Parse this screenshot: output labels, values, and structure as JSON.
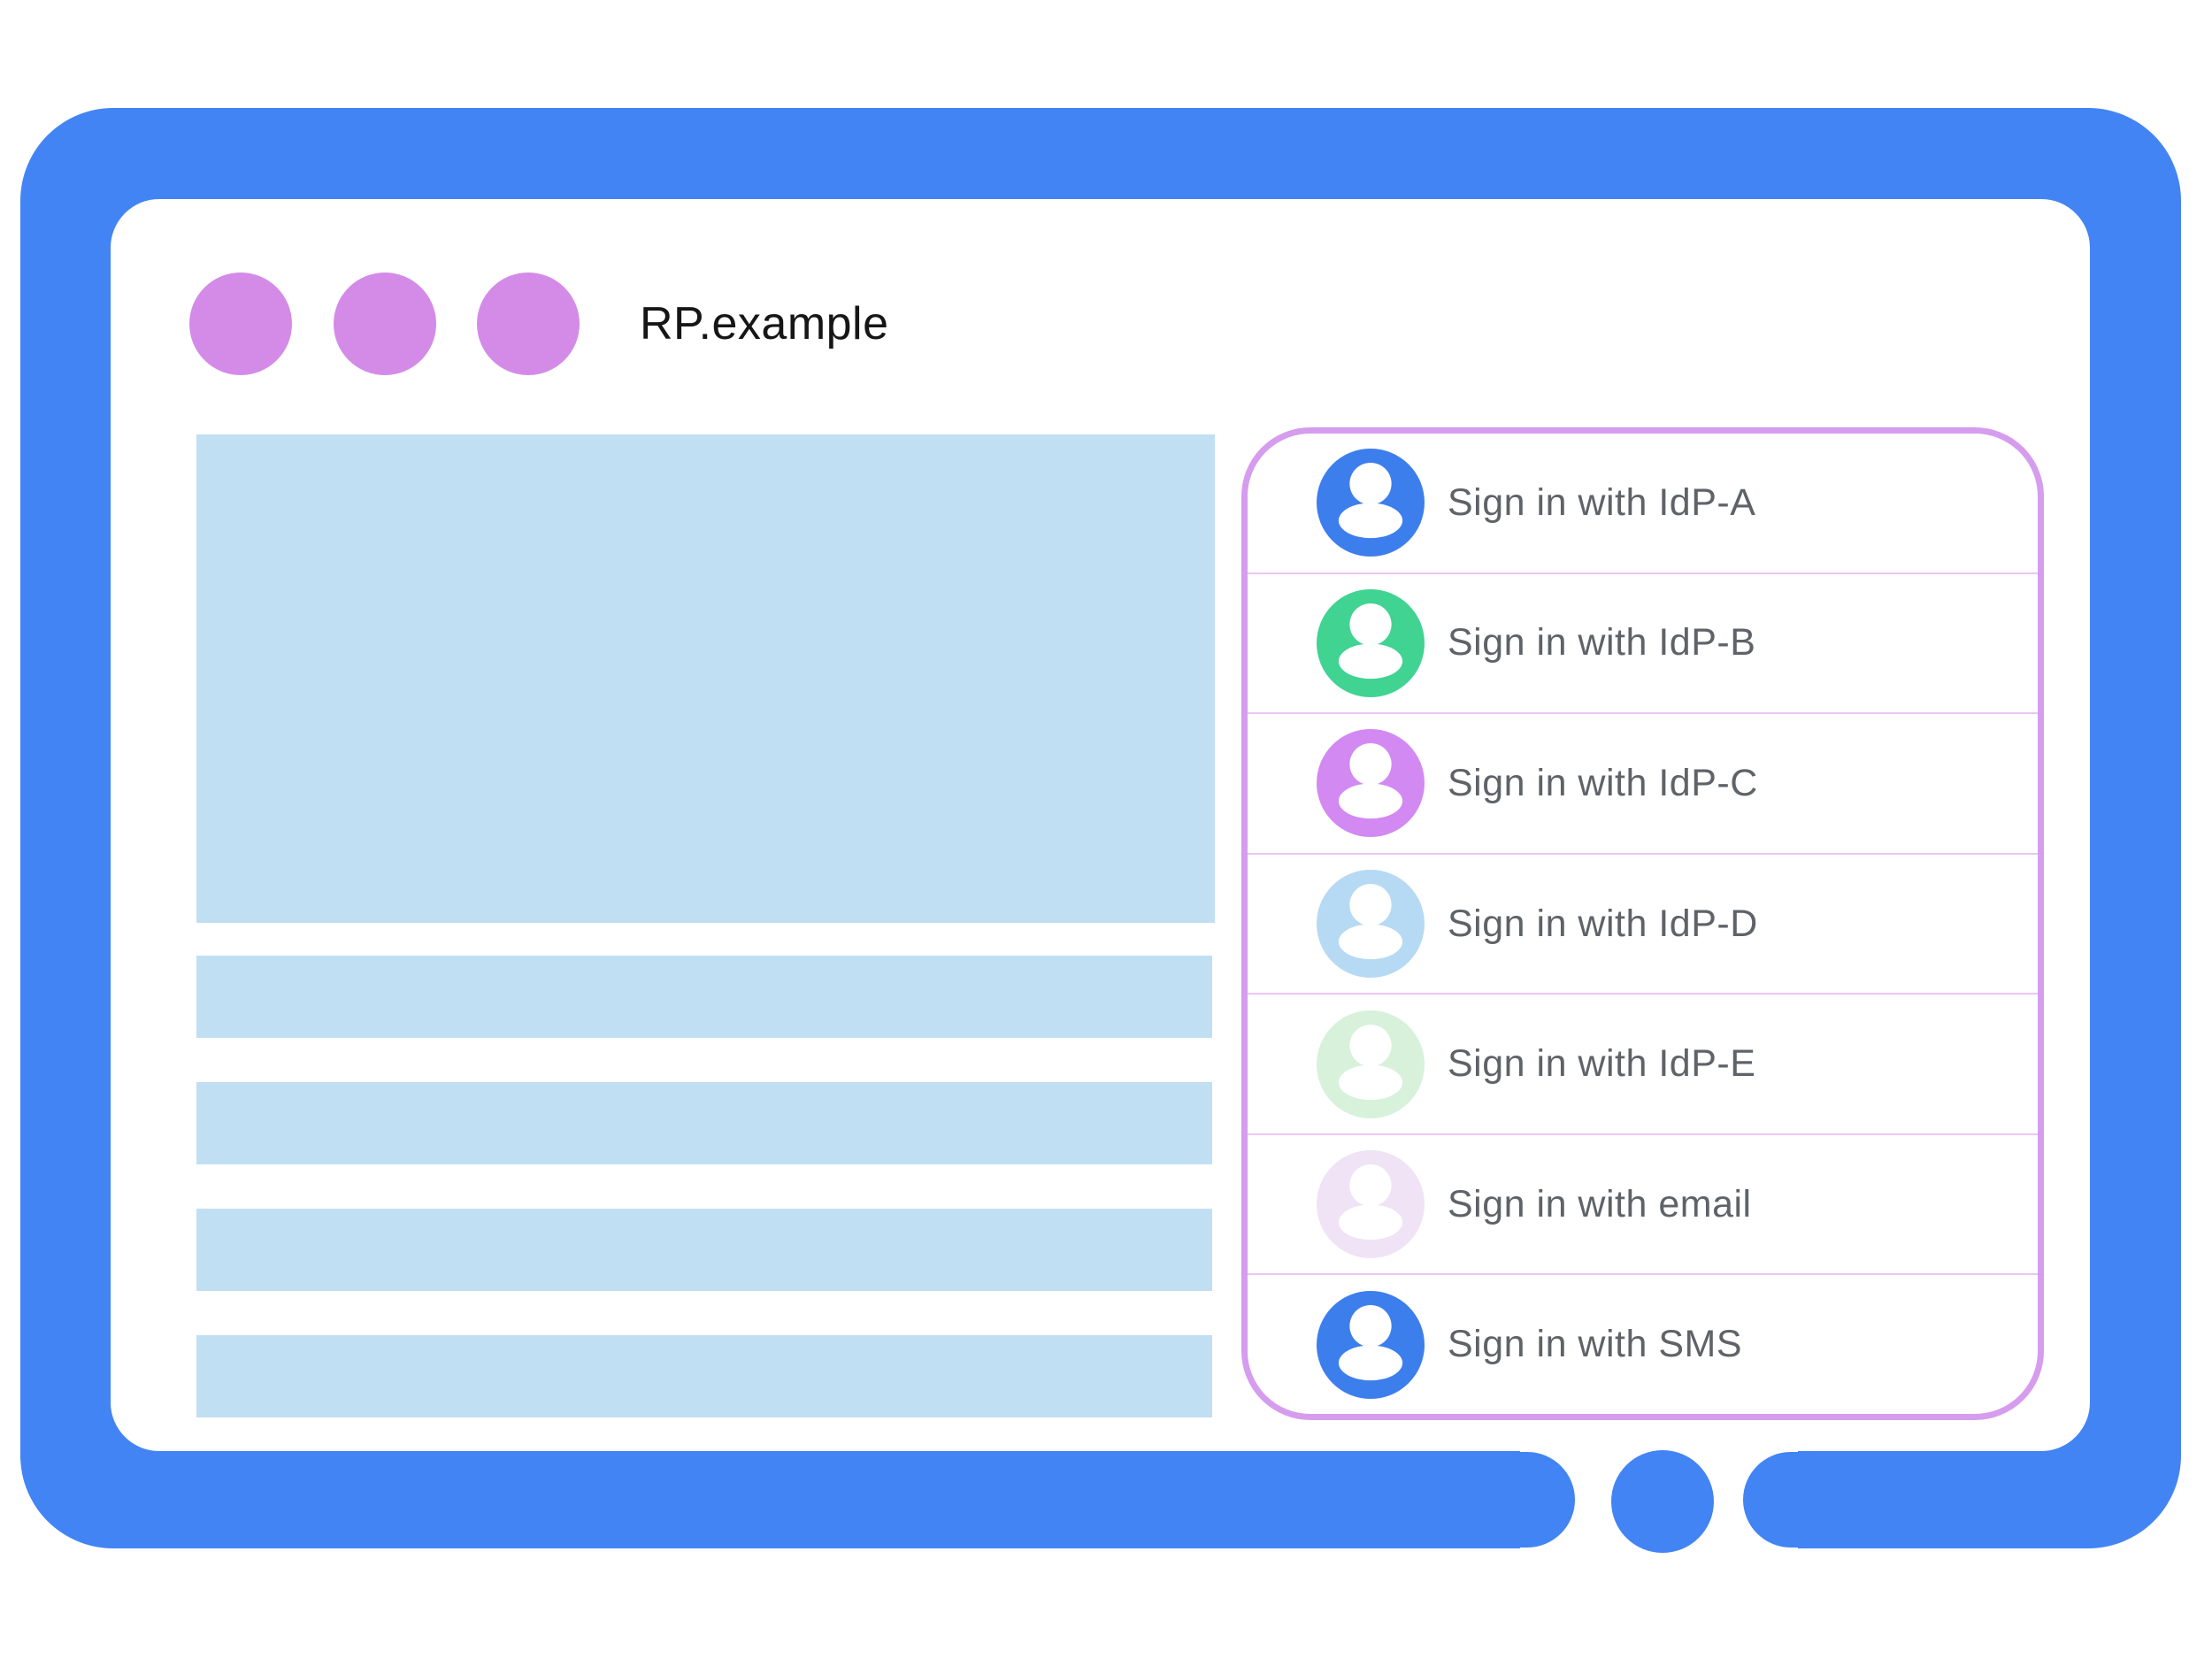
{
  "window": {
    "site_label": "RP.example",
    "frame_color": "#4284F4",
    "traffic_light_color": "#D48BE8",
    "traffic_light_count": 3,
    "placeholder_color": "#C1DFF2"
  },
  "signin_panel": {
    "border_color": "#D69CEE",
    "divider_color": "#ECC6F4",
    "label_color": "#5F6368",
    "items": [
      {
        "label": "Sign in with IdP-A",
        "avatar_color": "#3D7EED"
      },
      {
        "label": "Sign in with IdP-B",
        "avatar_color": "#40D392"
      },
      {
        "label": "Sign in with IdP-C",
        "avatar_color": "#D289F2"
      },
      {
        "label": "Sign in with IdP-D",
        "avatar_color": "#B6D9F4"
      },
      {
        "label": "Sign in with IdP-E",
        "avatar_color": "#D7F1DA"
      },
      {
        "label": "Sign in with email",
        "avatar_color": "#F0E3F6"
      },
      {
        "label": "Sign in with SMS",
        "avatar_color": "#3D7EED"
      }
    ]
  }
}
